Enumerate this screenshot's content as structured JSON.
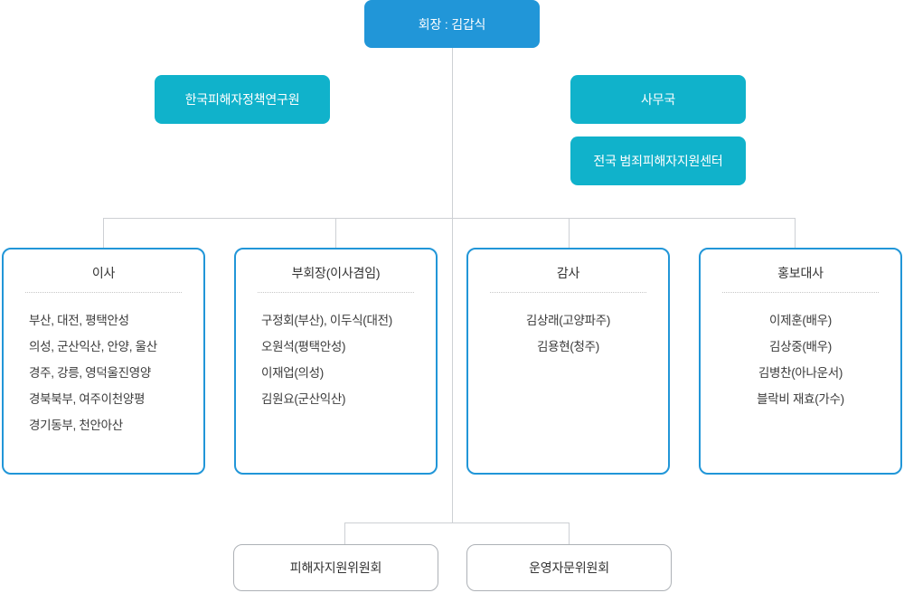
{
  "chart": {
    "title_node": {
      "label": "회장 : 김갑식"
    },
    "side_nodes": [
      {
        "label": "한국피해자정책연구원"
      },
      {
        "label": "사무국"
      },
      {
        "label": "전국 범죄피해자지원센터"
      }
    ],
    "main_cards": [
      {
        "title": "이사",
        "items": [
          "부산, 대전, 평택안성",
          "의성, 군산익산, 안양, 울산",
          "경주, 강릉, 영덕울진영양",
          "경북북부, 여주이천양평",
          "경기동부, 천안아산"
        ]
      },
      {
        "title": "부회장(이사겸임)",
        "items": [
          "구정회(부산), 이두식(대전)",
          "오원석(평택안성)",
          "이재업(의성)",
          "김원요(군산익산)"
        ]
      },
      {
        "title": "감사",
        "items": [
          "김상래(고양파주)",
          "김용현(청주)"
        ]
      },
      {
        "title": "홍보대사",
        "items": [
          "이제훈(배우)",
          "김상중(배우)",
          "김병찬(아나운서)",
          "블락비 재효(가수)"
        ]
      }
    ],
    "bottom_cards": [
      {
        "label": "피해자지원위원회"
      },
      {
        "label": "운영자문위원회"
      }
    ],
    "colors": {
      "primary_blue": "#2196d8",
      "teal": "#10b2cb",
      "line_gray": "#cdd0d4",
      "plain_border": "#adb1b6",
      "text_dark": "#333333"
    }
  }
}
